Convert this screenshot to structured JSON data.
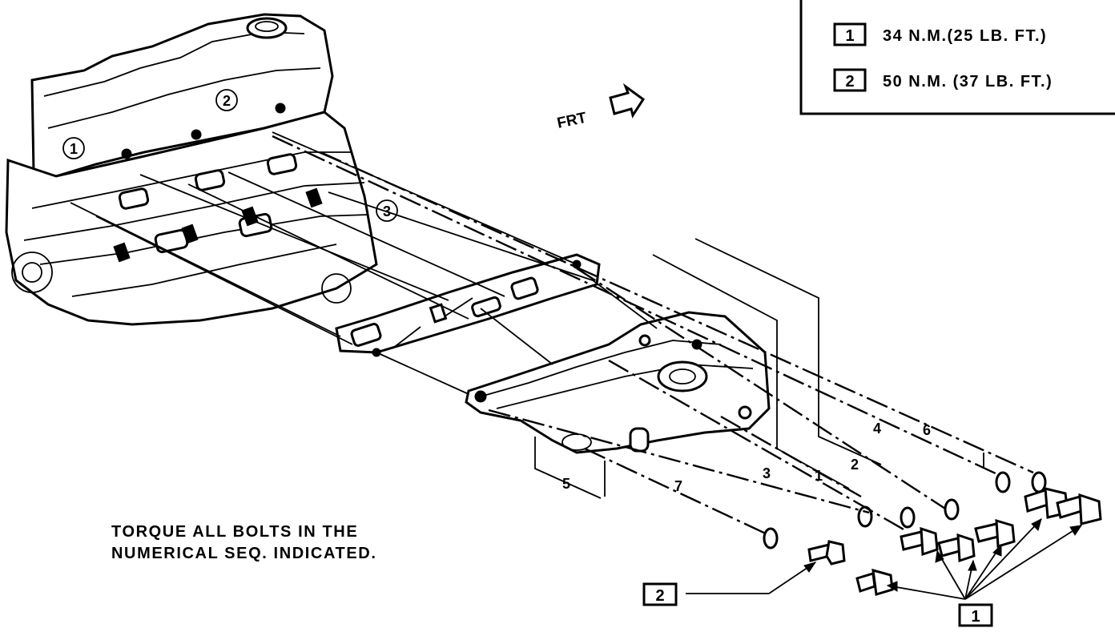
{
  "legend": {
    "items": [
      {
        "key": "1",
        "label": "34 N.M.(25 LB. FT.)"
      },
      {
        "key": "2",
        "label": "50 N.M. (37 LB. FT.)"
      }
    ]
  },
  "direction_label": "FRT",
  "instruction": {
    "line1": "TORQUE ALL BOLTS IN THE",
    "line2": "NUMERICAL SEQ. INDICATED."
  },
  "sequence_numbers": [
    "1",
    "2",
    "3",
    "4",
    "5",
    "6",
    "7"
  ],
  "callouts": {
    "torque_2": "2",
    "torque_1": "1"
  },
  "engine_circled": [
    "1",
    "2",
    "3"
  ]
}
